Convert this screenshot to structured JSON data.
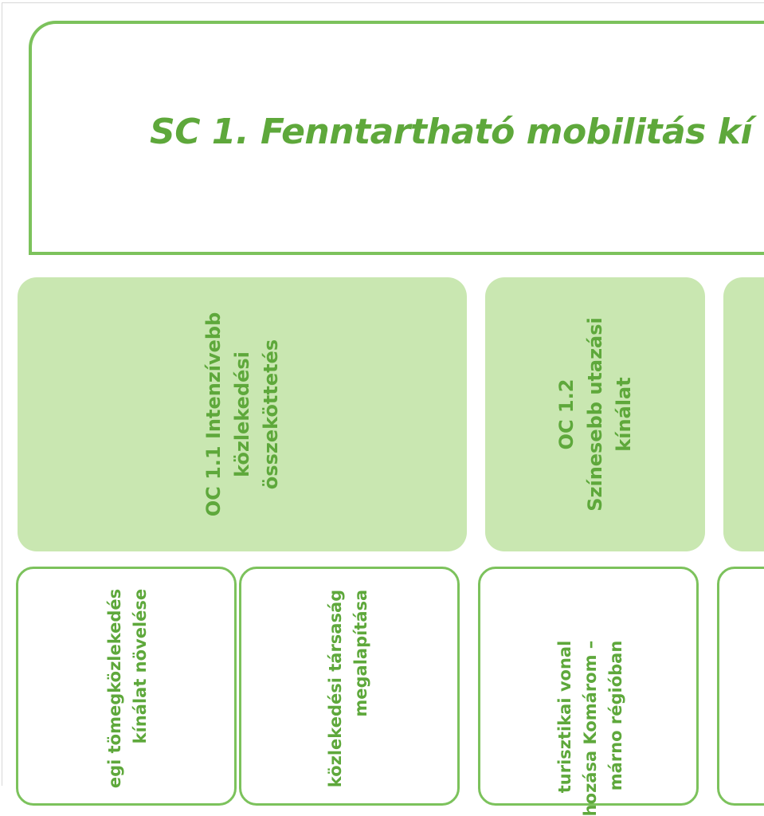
{
  "strategic_goal": {
    "title": "SC 1. Fenntartható mobilitás kí"
  },
  "operational_goals": [
    {
      "lines": [
        "OC 1.1   Intenzívebb",
        "közlekedési",
        "összeköttetés"
      ]
    },
    {
      "lines": [
        "OC 1.2",
        "Színesebb utazási",
        "kínálat"
      ]
    }
  ],
  "actions": [
    {
      "lines": [
        "egi tömegközlekedés",
        "kínálat növelése"
      ]
    },
    {
      "lines": [
        "közlekedési társaság",
        "megalapítása"
      ]
    },
    {
      "lines": [
        "turisztikai vonal",
        "hozása Komárom –",
        "márno régióban"
      ]
    }
  ],
  "colors": {
    "accent_green": "#5ea83b",
    "border_green": "#7cc25c",
    "fill_light_green": "#c9e7b1"
  }
}
